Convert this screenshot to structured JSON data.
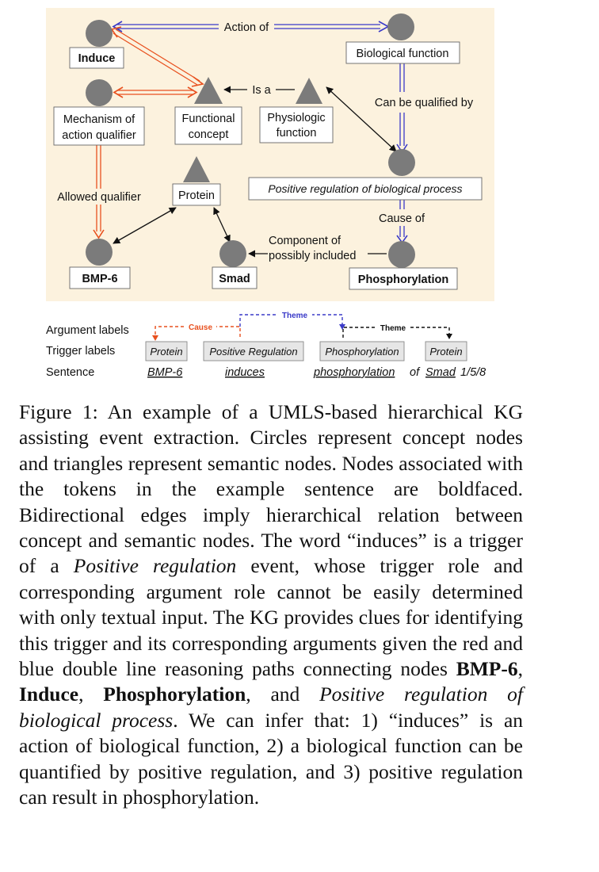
{
  "figure": {
    "nodes": {
      "induce": "Induce",
      "biological_function": "Biological function",
      "mechanism_line1": "Mechanism of",
      "mechanism_line2": "action qualifier",
      "functional_line1": "Functional",
      "functional_line2": "concept",
      "physiologic_line1": "Physiologic",
      "physiologic_line2": "function",
      "protein": "Protein",
      "positive_regulation": "Positive regulation of biological process",
      "bmp6": "BMP-6",
      "smad": "Smad",
      "phosphorylation": "Phosphorylation"
    },
    "edges": {
      "action_of": "Action of",
      "is_a": "Is a",
      "can_be_qualified_by": "Can be qualified by",
      "allowed_qualifier": "Allowed qualifier",
      "cause_of": "Cause of",
      "component_line1": "Component of",
      "component_line2": "possibly included"
    },
    "annotation": {
      "argument_labels": "Argument labels",
      "trigger_labels": "Trigger labels",
      "sentence_label": "Sentence",
      "cause_arg": "Cause",
      "theme_arg_1": "Theme",
      "theme_arg_2": "Theme",
      "trigger_protein_1": "Protein",
      "trigger_positive_regulation": "Positive Regulation",
      "trigger_phosphorylation": "Phosphorylation",
      "trigger_protein_2": "Protein",
      "word_bmp6": "BMP-6",
      "word_induces": "induces",
      "word_phosphorylation": "phosphorylation",
      "word_of": "of",
      "word_smad": "Smad",
      "word_numbers": "1/5/8"
    },
    "colors": {
      "background": "#fcf2de",
      "red_path": "#e8501e",
      "blue_path": "#3a3ac8",
      "node_gray": "#7b7b7b"
    }
  },
  "caption": {
    "text_1": "Figure 1:  An example of a UMLS-based hierarchical KG assisting event extraction.  Circles represent concept nodes and triangles represent semantic nodes. Nodes associated with the tokens in the example sentence are boldfaced.  Bidirectional edges imply hierarchical relation between concept and semantic nodes. The word “induces” is a trigger of a ",
    "italic_1": "Positive regulation",
    "text_2": " event, whose trigger role and corresponding argument role cannot be easily determined with only textual input. The KG provides clues for identifying this trigger and its corresponding arguments given the red and blue double line reasoning paths connecting nodes ",
    "bold_1": "BMP-6",
    "sep_1": ", ",
    "bold_2": "Induce",
    "sep_2": ", ",
    "bold_3": "Phosphorylation",
    "sep_3": ", and ",
    "italic_2": "Positive regulation of biological process",
    "text_3": ".  We can infer that: 1) “induces” is an action of biological function, 2) a biological function can be quantified by positive regulation, and 3) positive regulation can result in phosphorylation."
  }
}
